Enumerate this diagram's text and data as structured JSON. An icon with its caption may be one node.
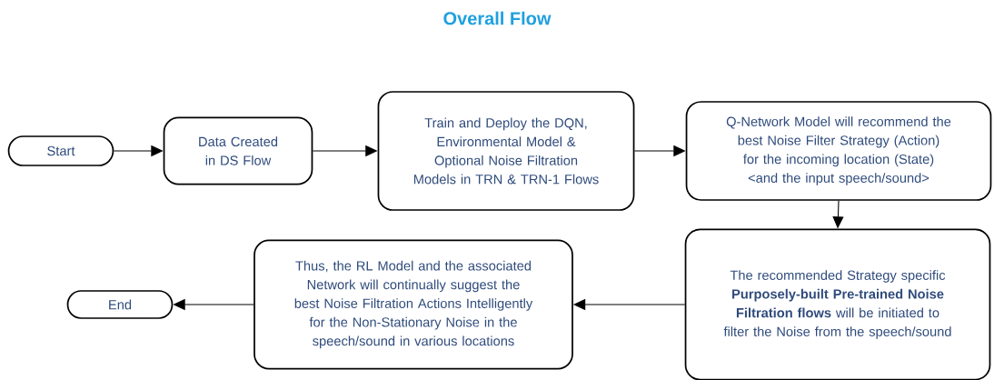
{
  "diagram": {
    "title": "Overall Flow",
    "nodes": [
      {
        "text": [
          "Start"
        ]
      },
      {
        "text": [
          "Data Created in DS Flow"
        ]
      },
      {
        "text": [
          "Train and Deploy the DQN, Environmental Model & Optional Noise Filtration Models in TRN & TRN-1 Flows"
        ]
      },
      {
        "text": [
          "Q-Network Model will recommend the best Noise Filter Strategy (Action) for the incoming location (State) <and the input speech/sound>"
        ]
      },
      {
        "text": [
          "The recommended Strategy specific **Purposely-built Pre-trained Noise Filtration flows** will be initiated to filter the Noise from the speech/sound"
        ]
      },
      {
        "text": [
          "Thus, the RL Model and the associated Network will continually suggest the best Noise Filtration Actions Intelligently for the Non-Stationary Noise in the speech/sound in various locations"
        ]
      },
      {
        "text": [
          "End"
        ]
      }
    ],
    "edges": [
      {
        "from": 0,
        "to": 1,
        "arrow": "to"
      },
      {
        "from": 1,
        "to": 2,
        "arrow": "to"
      },
      {
        "from": 2,
        "to": 3,
        "arrow": "to"
      },
      {
        "from": 3,
        "to": 4,
        "arrow": "to"
      },
      {
        "from": 4,
        "to": 5,
        "arrow": "to"
      },
      {
        "from": 5,
        "to": 6,
        "arrow": "to"
      }
    ]
  }
}
